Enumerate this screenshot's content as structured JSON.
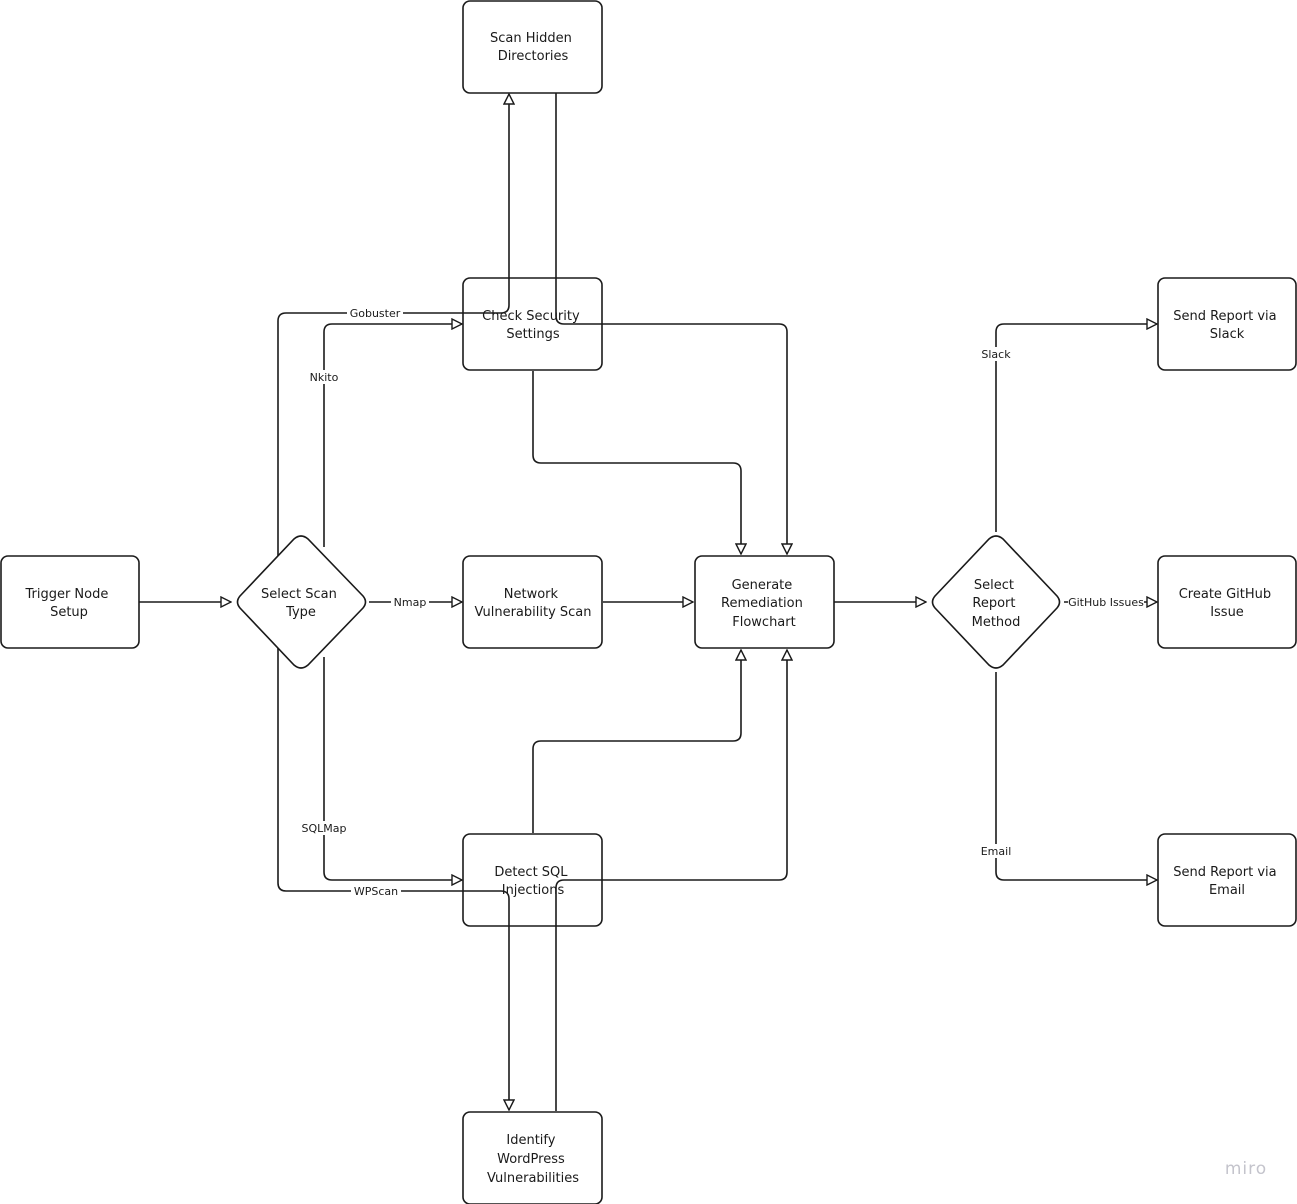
{
  "nodes": {
    "trigger": [
      "Trigger Node",
      "Setup"
    ],
    "select_scan": [
      "Select Scan",
      "Type"
    ],
    "scan_hidden": [
      "Scan Hidden",
      "Directories"
    ],
    "check_security": [
      "Check Security",
      "Settings"
    ],
    "network_scan": [
      "Network",
      "Vulnerability Scan"
    ],
    "detect_sql": [
      "Detect SQL",
      "Injections"
    ],
    "identify_wp": [
      "Identify",
      "WordPress",
      "Vulnerabilities"
    ],
    "generate": [
      "Generate",
      "Remediation",
      "Flowchart"
    ],
    "select_report": [
      "Select",
      "Report",
      "Method"
    ],
    "slack": [
      "Send Report via",
      "Slack"
    ],
    "github": [
      "Create GitHub",
      "Issue"
    ],
    "email": [
      "Send Report via",
      "Email"
    ]
  },
  "edge_labels": {
    "gobuster": "Gobuster",
    "nkito": "Nkito",
    "nmap": "Nmap",
    "sqlmap": "SQLMap",
    "wpscan": "WPScan",
    "slack": "Slack",
    "github": "GitHub Issues",
    "email": "Email"
  },
  "watermark": "miro"
}
